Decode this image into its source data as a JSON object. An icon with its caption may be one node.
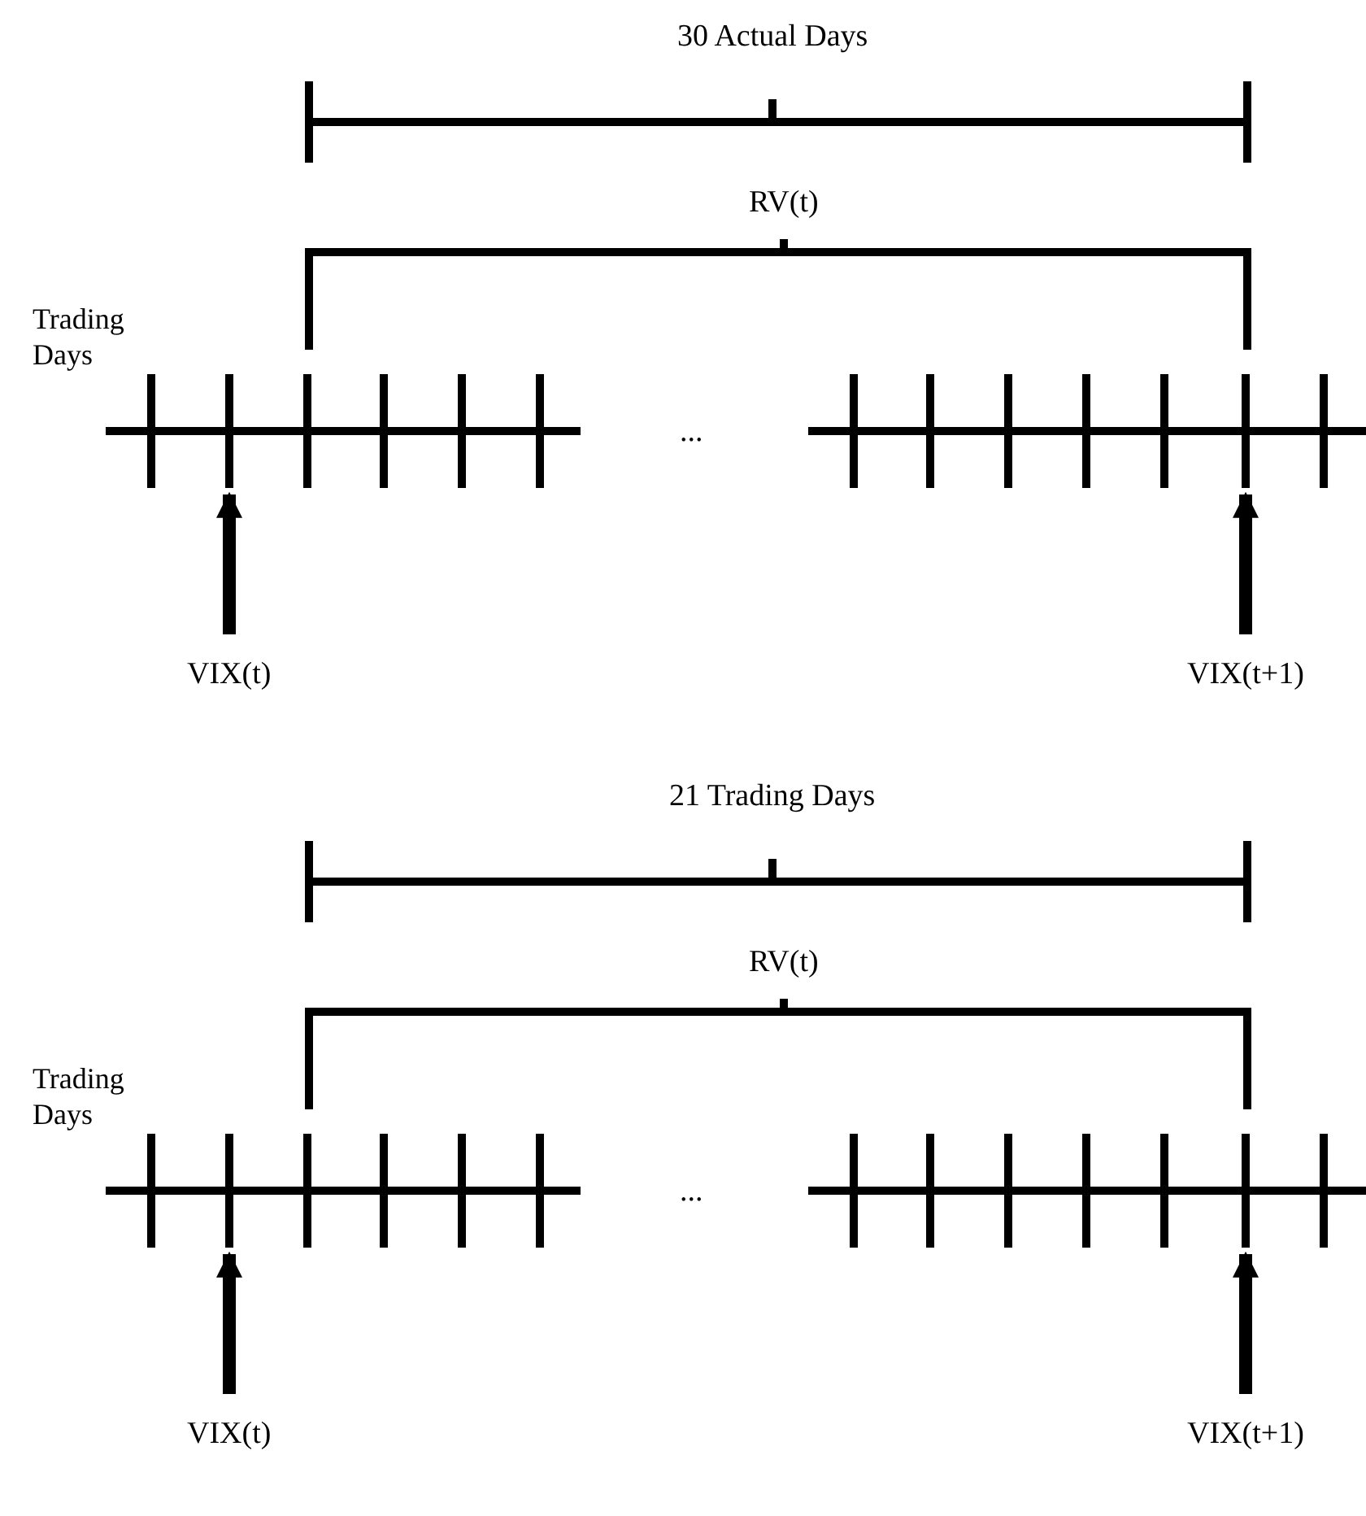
{
  "diagram": {
    "nodes": [
      {
        "text": [
          "VIX(t)"
        ]
      },
      {
        "text": [
          "VIX(t+1)"
        ]
      },
      {
        "text": [
          "VIX(t)"
        ]
      },
      {
        "text": [
          "VIX(t+1)"
        ]
      }
    ],
    "edges": [
      {
        "from": 0,
        "to": null,
        "arrow": "to"
      },
      {
        "from": 1,
        "to": null,
        "arrow": "to"
      },
      {
        "from": 2,
        "to": null,
        "arrow": "to"
      },
      {
        "from": 3,
        "to": null,
        "arrow": "to"
      }
    ],
    "labels": [
      "30 Actual Days",
      "RV(t)",
      "Trading Days",
      "...",
      "21 Trading Days",
      "RV(t)",
      "Trading Days",
      "..."
    ]
  }
}
